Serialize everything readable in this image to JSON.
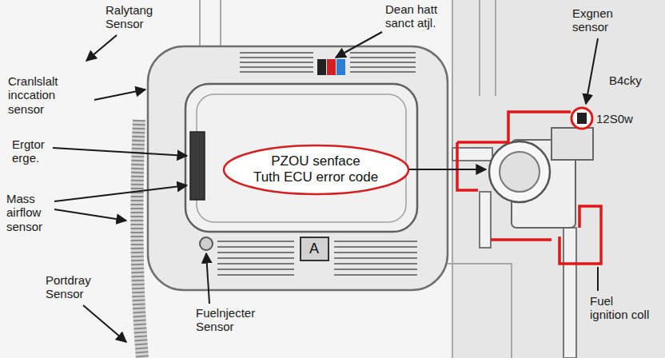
{
  "diagram": {
    "nodes": [
      {
        "text": [
          "PZOU senface",
          "Tuth ECU error code"
        ]
      },
      {
        "text": [
          "A"
        ]
      }
    ],
    "labels": [
      "Ralytang Sensor",
      "Dean hatt sanct atjl.",
      "Exgnen sensor",
      "Cranlslalt inccation sensor",
      "B4cky",
      "12S0w",
      "Ergtor erge.",
      "Mass airflow sensor",
      "Portdray Sensor",
      "Fuelnjecter Sensor",
      "Fuel ignition coll"
    ]
  }
}
